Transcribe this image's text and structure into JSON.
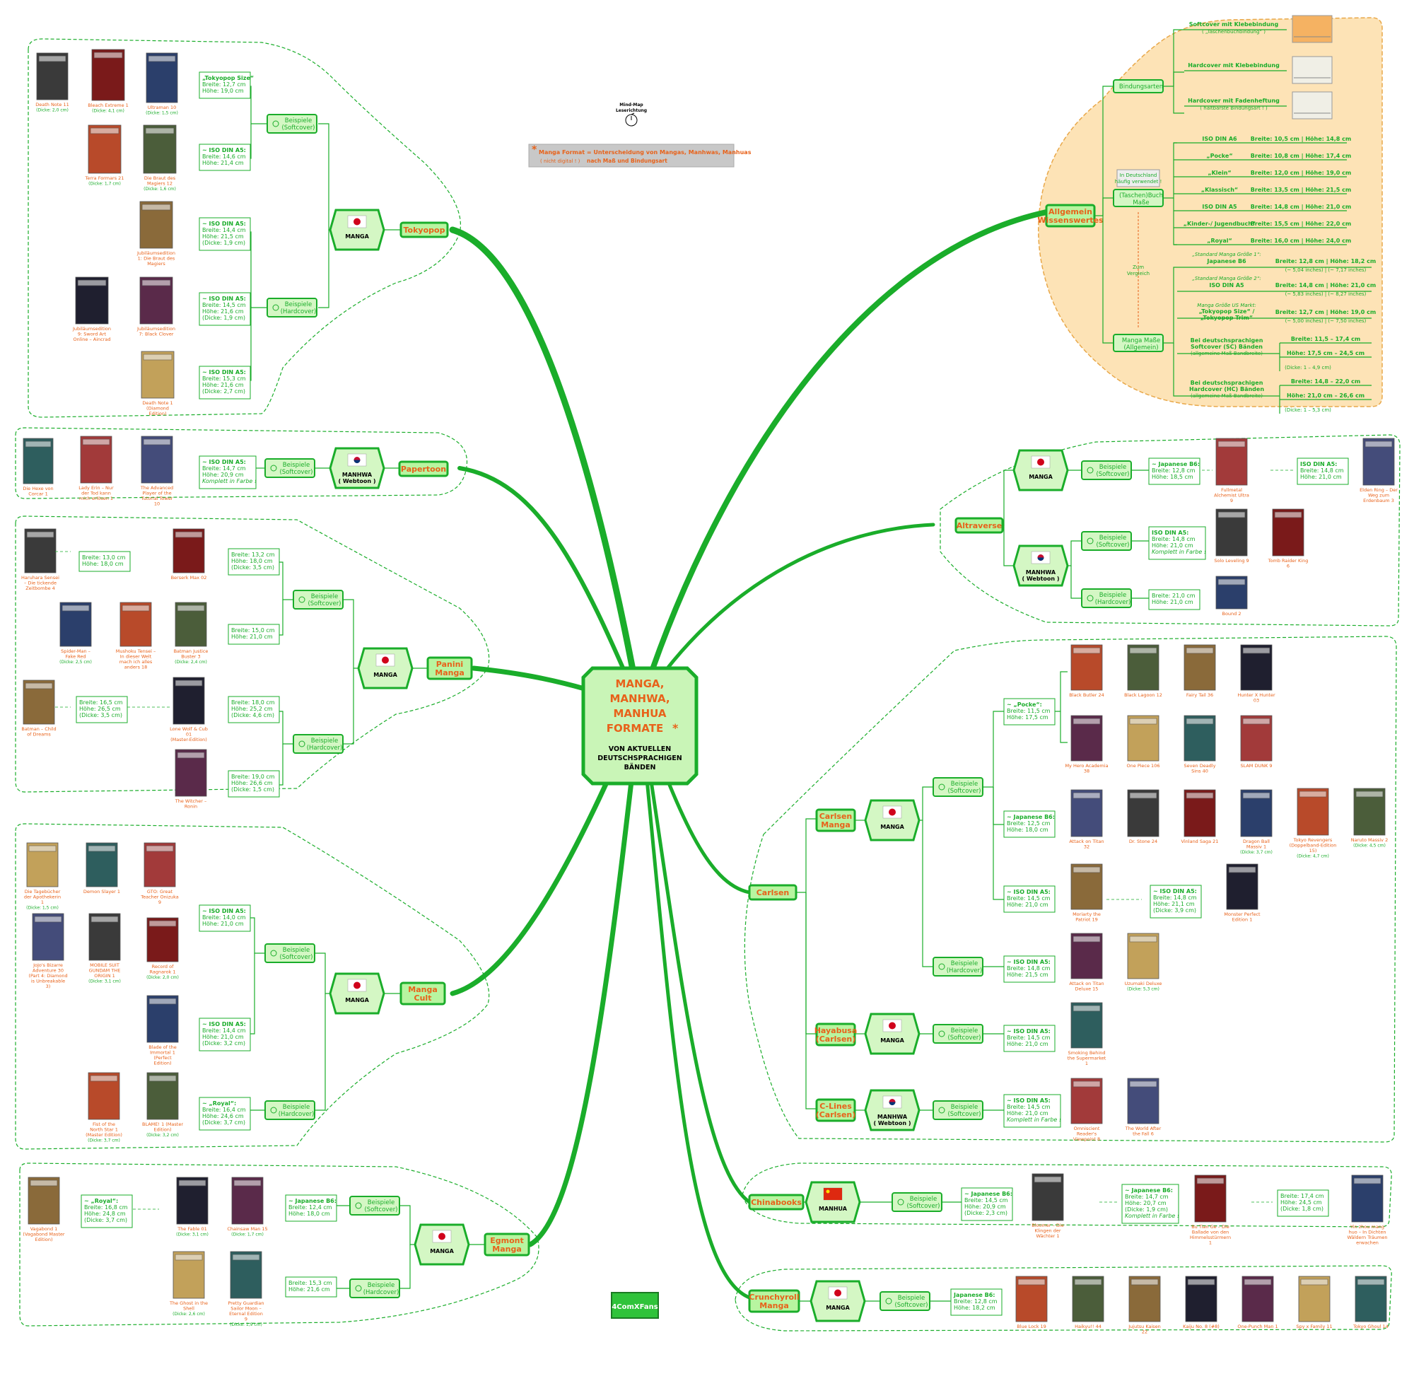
{
  "center": {
    "title_lines": [
      "MANGA,",
      "MANHWA,",
      "MANHUA",
      "FORMATE"
    ],
    "asterisk": "*",
    "subtitle_lines": [
      "VON AKTUELLEN",
      "DEUTSCHSPRACHIGEN",
      "BÄNDEN"
    ]
  },
  "note": {
    "line1": "Manga Format = Unterscheidung von Mangas, Manhwas, Manhuas",
    "line2a": "( nicht digital ! )",
    "line2b": "nach Maß und Bindungsart"
  },
  "reading_dir": {
    "line1": "Mind-Map",
    "line2": "Leserichtung"
  },
  "logo": {
    "text": "4ComXFans"
  },
  "colors": {
    "green": "#1aad2a",
    "orange": "#e8621a",
    "node_fill": "#b8f5a0",
    "knowledge_bg": "#fde3b6"
  },
  "labels": {
    "manga": "MANGA",
    "manhwa": "MANHWA",
    "manhua": "MANHUA",
    "webtoon": "( Webtoon )",
    "beispiele": "Beispiele",
    "softcover": "(Softcover)",
    "hardcover": "(Hardcover)"
  },
  "publishers": {
    "tokyopop": "Tokyopop",
    "papertoon": "Papertoon",
    "panini": "Panini Manga",
    "mangacult": "Manga Cult",
    "egmont": "Egmont Manga",
    "altraverse": "Altraverse",
    "carlsen": "Carlsen",
    "chinabooks": "Chinabooks",
    "crunchyroll": "Crunchyroll Manga",
    "carlsen_manga": "Carlsen Manga",
    "hayabusa": "Hayabusa (Carlsen)",
    "clines": "C-Lines (Carlsen)"
  },
  "knowledge": {
    "root": "Allgemein Wissenswertes",
    "bindungsarten": "Bindungsarten",
    "bindings": [
      {
        "title": "Softcover mit Klebebindung",
        "sub": "( „Taschenbuchbindung“ )"
      },
      {
        "title": "Hardcover mit Klebebindung",
        "sub": ""
      },
      {
        "title": "Hardcover mit Fadenheftung",
        "sub": "( haltbarste Bindungsart ! )"
      }
    ],
    "taschenbuch": "(Taschen)Buch Maße",
    "hint": "In Deutschland häufig verwendet !",
    "zum_vergleich": "Zum Vergleich",
    "book_sizes": [
      {
        "name": "ISO DIN A6",
        "val": "Breite: 10,5 cm | Höhe: 14,8 cm"
      },
      {
        "name": "„Pocke“",
        "val": "Breite: 10,8 cm | Höhe: 17,4 cm"
      },
      {
        "name": "„Klein“",
        "val": "Breite: 12,0 cm | Höhe: 19,0 cm"
      },
      {
        "name": "„Klassisch“",
        "val": "Breite: 13,5 cm | Höhe: 21,5 cm"
      },
      {
        "name": "ISO DIN A5",
        "val": "Breite: 14,8 cm | Höhe: 21,0 cm"
      },
      {
        "name": "„Kinder-/ Jugendbuch“",
        "val": "Breite: 15,5 cm | Höhe: 22,0 cm"
      },
      {
        "name": "„Royal“",
        "val": "Breite: 16,0 cm | Höhe: 24,0 cm"
      }
    ],
    "manga_masse": "Manga Maße (Allgemein)",
    "manga_sizes": [
      {
        "l1": "„Standard Manga Größe 1“:",
        "l2": "Japanese B6",
        "v1": "Breite: 12,8 cm | Höhe: 18,2 cm",
        "v2": "(~ 5,04 inches) | (~ 7,17 inches)"
      },
      {
        "l1": "„Standard Manga Größe 2“:",
        "l2": "ISO DIN A5",
        "v1": "Breite: 14,8 cm | Höhe: 21,0 cm",
        "v2": "(~ 5,83 inches) | (~ 8,27 inches)"
      },
      {
        "l1": "Manga Größe US Markt:",
        "l2": "„Tokyopop Size“ / „Tokyopop Trim“",
        "v1": "Breite: 12,7 cm | Höhe: 19,0 cm",
        "v2": "(~ 5,00 inches) | (~ 7,50 inches)"
      }
    ],
    "soft_range": {
      "l1": "Bei deutschsprachigen",
      "l2": "Softcover (SC) Bänden",
      "l3": "(allgemeine Maß-Bandbreite)",
      "b": "Breite: 11,5 – 17,4 cm",
      "h": "Höhe: 17,5 cm – 24,5 cm",
      "d": "(Dicke: 1 – 4,9 cm)"
    },
    "hard_range": {
      "l1": "Bei deutschsprachigen",
      "l2": "Hardcover (HC) Bänden",
      "l3": "(allgemeine Maß-Bandbreite)",
      "b": "Breite: 14,8 – 22,0 cm",
      "h": "Höhe: 21,0 cm – 26,6 cm",
      "d": "(Dicke: 1 – 5,3 cm)"
    }
  },
  "specs": {
    "tp1": [
      "„Tokyopop Size“",
      "Breite: 12,7 cm",
      "Höhe: 19,0 cm"
    ],
    "tp2": [
      "~ ISO DIN A5:",
      "Breite: 14,6 cm",
      "Höhe: 21,4 cm"
    ],
    "tp3": [
      "~ ISO DIN A5:",
      "Breite: 14,4 cm",
      "Höhe: 21,5 cm",
      "(Dicke: 1,9 cm)"
    ],
    "tp4": [
      "~ ISO DIN A5:",
      "Breite: 14,5 cm",
      "Höhe: 21,6 cm",
      "(Dicke: 1,9 cm)"
    ],
    "tp5": [
      "~ ISO DIN A5:",
      "Breite: 15,3 cm",
      "Höhe: 21,6 cm",
      "(Dicke: 2,7 cm)"
    ],
    "pt1": [
      "~ ISO DIN A5:",
      "Breite: 14,7 cm",
      "Höhe: 20,9 cm",
      "Komplett in Farbe !"
    ],
    "pa1": [
      "Breite: 13,0 cm",
      "Höhe: 18,0 cm"
    ],
    "pa2": [
      "Breite: 13,2 cm",
      "Höhe: 18,0 cm",
      "(Dicke: 3,5 cm)"
    ],
    "pa3": [
      "Breite: 15,0 cm",
      "Höhe: 21,0 cm"
    ],
    "pa4": [
      "Breite: 16,5 cm",
      "Höhe: 26,5 cm",
      "(Dicke: 3,5 cm)"
    ],
    "pa5": [
      "Breite: 18,0 cm",
      "Höhe: 25,2 cm",
      "(Dicke: 4,6 cm)"
    ],
    "pa6": [
      "Breite: 19,0 cm",
      "Höhe: 26,6 cm",
      "(Dicke: 1,5 cm)"
    ],
    "mc1": [
      "~ ISO DIN A5:",
      "Breite: 14,0 cm",
      "Höhe: 21,0 cm"
    ],
    "mc2": [
      "~ ISO DIN A5:",
      "Breite: 14,4 cm",
      "Höhe: 21,0 cm",
      "(Dicke: 3,2 cm)"
    ],
    "mc3": [
      "~ „Royal“:",
      "Breite: 16,4 cm",
      "Höhe: 24,6 cm",
      "(Dicke: 3,7 cm)"
    ],
    "eg1": [
      "~ „Royal“:",
      "Breite: 16,8 cm",
      "Höhe: 24,8 cm",
      "(Dicke: 3,7 cm)"
    ],
    "eg2": [
      "~ Japanese B6:",
      "Breite: 12,4 cm",
      "Höhe: 18,0 cm"
    ],
    "eg3": [
      "Breite: 15,3 cm",
      "Höhe: 21,6 cm"
    ],
    "al1": [
      "~ Japanese B6:",
      "Breite: 12,8 cm",
      "Höhe: 18,5 cm"
    ],
    "al2": [
      "ISO DIN A5:",
      "Breite: 14,8 cm",
      "Höhe: 21,0 cm"
    ],
    "al3": [
      "ISO DIN A5:",
      "Breite: 14,8 cm",
      "Höhe: 21,0 cm",
      "Komplett in Farbe !"
    ],
    "al4": [
      "Breite: 21,0 cm",
      "Höhe: 21,0 cm"
    ],
    "ca1": [
      "~ „Pocke“:",
      "Breite: 11,5 cm",
      "Höhe: 17,5 cm"
    ],
    "ca2": [
      "~ Japanese B6:",
      "Breite: 12,5 cm",
      "Höhe: 18,0 cm"
    ],
    "ca3": [
      "~ ISO DIN A5:",
      "Breite: 14,5 cm",
      "Höhe: 21,0 cm"
    ],
    "ca4": [
      "~ ISO DIN A5:",
      "Breite: 14,8 cm",
      "Höhe: 21,1 cm",
      "(Dicke: 3,9 cm)"
    ],
    "ca5": [
      "~ ISO DIN A5:",
      "Breite: 14,8 cm",
      "Höhe: 21,5 cm"
    ],
    "hb1": [
      "~ ISO DIN A5:",
      "Breite: 14,5 cm",
      "Höhe: 21,0 cm"
    ],
    "cl1": [
      "~ ISO DIN A5:",
      "Breite: 14,5 cm",
      "Höhe: 21,0 cm",
      "Komplett in Farbe !"
    ],
    "cb1": [
      "~ Japanese B6:",
      "Breite: 14,5 cm",
      "Höhe: 20,9 cm",
      "(Dicke: 2,3 cm)"
    ],
    "cb2": [
      "~ Japanese B6:",
      "Breite: 14,7 cm",
      "Höhe: 20,7 cm",
      "(Dicke: 1,9 cm)",
      "Komplett in Farbe !"
    ],
    "cb3": [
      "Breite: 17,4 cm",
      "Höhe: 24,5 cm",
      "(Dicke: 1,8 cm)"
    ],
    "cr1": [
      "Japanese B6:",
      "Breite: 12,8 cm",
      "Höhe: 18,2 cm"
    ]
  },
  "books": {
    "tp": [
      {
        "t": "Death Note 11",
        "d": "(Dicke: 2,0 cm)"
      },
      {
        "t": "Bleach Extreme 1",
        "d": "(Dicke: 4,1 cm)"
      },
      {
        "t": "Ultraman 10",
        "d": "(Dicke: 1,5 cm)"
      },
      {
        "t": "Terra Formars 21",
        "d": "(Dicke: 1,7 cm)"
      },
      {
        "t": "Die Braut des Magiers 12",
        "d": "(Dicke: 1,6 cm)"
      },
      {
        "t": "Jubiläumsedition 1: Die Braut des Magiers",
        "d": ""
      },
      {
        "t": "Jubiläumsedition 9: Sword Art Online – Aincrad",
        "d": ""
      },
      {
        "t": "Jubiläumsedition 7: Black Clover",
        "d": ""
      },
      {
        "t": "Death Note 1 (Diamond Edition)",
        "d": ""
      }
    ],
    "pt": [
      {
        "t": "Die Hexe von Corcar 1",
        "d": ""
      },
      {
        "t": "Lady Erin – Nur der Tod kann mich erlösen 1",
        "d": ""
      },
      {
        "t": "The Advanced Player of the Tutorial Tower 10",
        "d": ""
      }
    ],
    "pa": [
      {
        "t": "Haruhara Sensei – Die tickende Zeitbombe 4",
        "d": ""
      },
      {
        "t": "Berserk Max 02",
        "d": ""
      },
      {
        "t": "Spider-Man – Fake Red",
        "d": "(Dicke: 2,5 cm)"
      },
      {
        "t": "Mushoku Tensei – In dieser Welt mach ich alles anders 18",
        "d": ""
      },
      {
        "t": "Batman Justice Buster 3",
        "d": "(Dicke: 2,4 cm)"
      },
      {
        "t": "Batman – Child of Dreams",
        "d": ""
      },
      {
        "t": "Lone Wolf & Cub 01 (Master-Edition)",
        "d": ""
      },
      {
        "t": "The Witcher – Ronin",
        "d": ""
      }
    ],
    "mc": [
      {
        "t": "Die Tagebücher der Apothekerin 1",
        "d": "(Dicke: 1,5 cm)"
      },
      {
        "t": "Demon Slayer 1",
        "d": ""
      },
      {
        "t": "GTO: Great Teacher Onizuka 9",
        "d": ""
      },
      {
        "t": "JoJo's Bizarre Adventure 30 (Part 4: Diamond is Unbreakable 3)",
        "d": ""
      },
      {
        "t": "MOBILE SUIT GUNDAM THE ORIGIN 1",
        "d": "(Dicke: 3,1 cm)"
      },
      {
        "t": "Record of Ragnarok 1",
        "d": "(Dicke: 2,0 cm)"
      },
      {
        "t": "Blade of the Immortal 1 (Perfect Edition)",
        "d": ""
      },
      {
        "t": "Fist of the North Star 1 (Master Edition)",
        "d": "(Dicke: 3,7 cm)"
      },
      {
        "t": "BLAME! 1 (Master Edition)",
        "d": "(Dicke: 3,2 cm)"
      }
    ],
    "eg": [
      {
        "t": "Vagabond 1 (Vagabond Master Edition)",
        "d": ""
      },
      {
        "t": "The Fable 01",
        "d": "(Dicke: 3,1 cm)"
      },
      {
        "t": "Chainsaw Man 15",
        "d": "(Dicke: 1,7 cm)"
      },
      {
        "t": "The Ghost in the Shell",
        "d": "(Dicke: 2,6 cm)"
      },
      {
        "t": "Pretty Guardian Sailor Moon – Eternal Edition 9",
        "d": "(Dicke: 1,9 cm)"
      }
    ],
    "al": [
      {
        "t": "Fullmetal Alchemist Ultra 9",
        "d": ""
      },
      {
        "t": "Elden Ring – Der Weg zum Erdenbaum 3",
        "d": ""
      },
      {
        "t": "Solo Leveling 9",
        "d": ""
      },
      {
        "t": "Tomb Raider King 6",
        "d": ""
      },
      {
        "t": "Bound 2",
        "d": ""
      }
    ],
    "ca": [
      {
        "t": "Black Butler 24",
        "d": ""
      },
      {
        "t": "Black Lagoon 12",
        "d": ""
      },
      {
        "t": "Fairy Tail 36",
        "d": ""
      },
      {
        "t": "Hunter X Hunter 03",
        "d": ""
      },
      {
        "t": "My Hero Academia 38",
        "d": ""
      },
      {
        "t": "One Piece 106",
        "d": ""
      },
      {
        "t": "Seven Deadly Sins 40",
        "d": ""
      },
      {
        "t": "SLAM DUNK 9",
        "d": ""
      },
      {
        "t": "Attack on Titan 32",
        "d": ""
      },
      {
        "t": "Dr. Stone 24",
        "d": ""
      },
      {
        "t": "Vinland Saga 21",
        "d": ""
      },
      {
        "t": "Dragon Ball Massiv 1",
        "d": "(Dicke: 3,7 cm)"
      },
      {
        "t": "Tokyo Revengers (Doppelband-Edition 15)",
        "d": "(Dicke: 4,7 cm)"
      },
      {
        "t": "Naruto Massiv 2",
        "d": "(Dicke: 4,5 cm)"
      },
      {
        "t": "Moriarty the Patriot 19",
        "d": ""
      },
      {
        "t": "Monster Perfect Edition 1",
        "d": ""
      },
      {
        "t": "Attack on Titan Deluxe 15",
        "d": ""
      },
      {
        "t": "Uzumaki Deluxe",
        "d": "(Dicke: 5,3 cm)"
      }
    ],
    "hb": [
      {
        "t": "Smoking Behind the Supermarket 1",
        "d": ""
      }
    ],
    "cl": [
      {
        "t": "Omniscient Reader's Viewpoint 8",
        "d": ""
      },
      {
        "t": "The World After the Fall 6",
        "d": ""
      }
    ],
    "cb": [
      {
        "t": "Bloomer – Die Klingen der Wächter 1",
        "d": ""
      },
      {
        "t": "Bu Tian Ge – Die Ballade von den Himmelsstürmern 1",
        "d": ""
      },
      {
        "t": "Yin zhou mang huo – In Dichten Wäldern Träumen erwachen",
        "d": ""
      }
    ],
    "cr": [
      {
        "t": "Blue Lock 19",
        "d": ""
      },
      {
        "t": "Haikyu!! 44",
        "d": ""
      },
      {
        "t": "Jujutsu Kaisen 22",
        "d": ""
      },
      {
        "t": "Kaiju No. 8 (#8)",
        "d": ""
      },
      {
        "t": "One-Punch Man 1",
        "d": ""
      },
      {
        "t": "Spy x Family 11",
        "d": ""
      },
      {
        "t": "Tokyo Ghoul 14",
        "d": ""
      }
    ]
  }
}
